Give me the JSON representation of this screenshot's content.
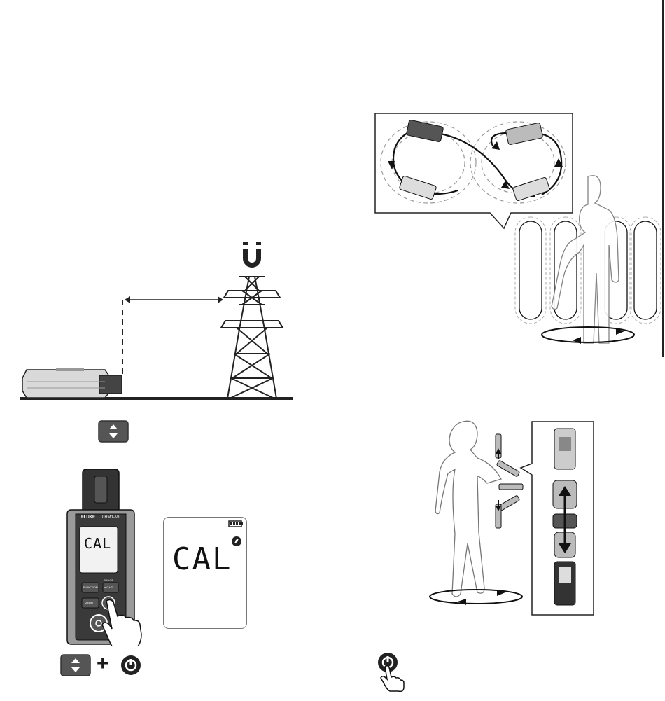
{
  "device": {
    "brand": "FLUKE",
    "model": "LRM1-ML",
    "display_text": "CAL",
    "buttons": {
      "function": "FUNCTION",
      "range_label": "RANGE",
      "range_value": "mG/uT",
      "zero": "ZERO"
    }
  },
  "zoom_display": {
    "text": "CAL"
  },
  "step_combo": {
    "plus": "+"
  },
  "icons": {
    "magnet": "magnet-icon",
    "arrow_button": "up-down-arrow-button-icon",
    "power": "power-icon",
    "press": "press-hand-icon"
  }
}
